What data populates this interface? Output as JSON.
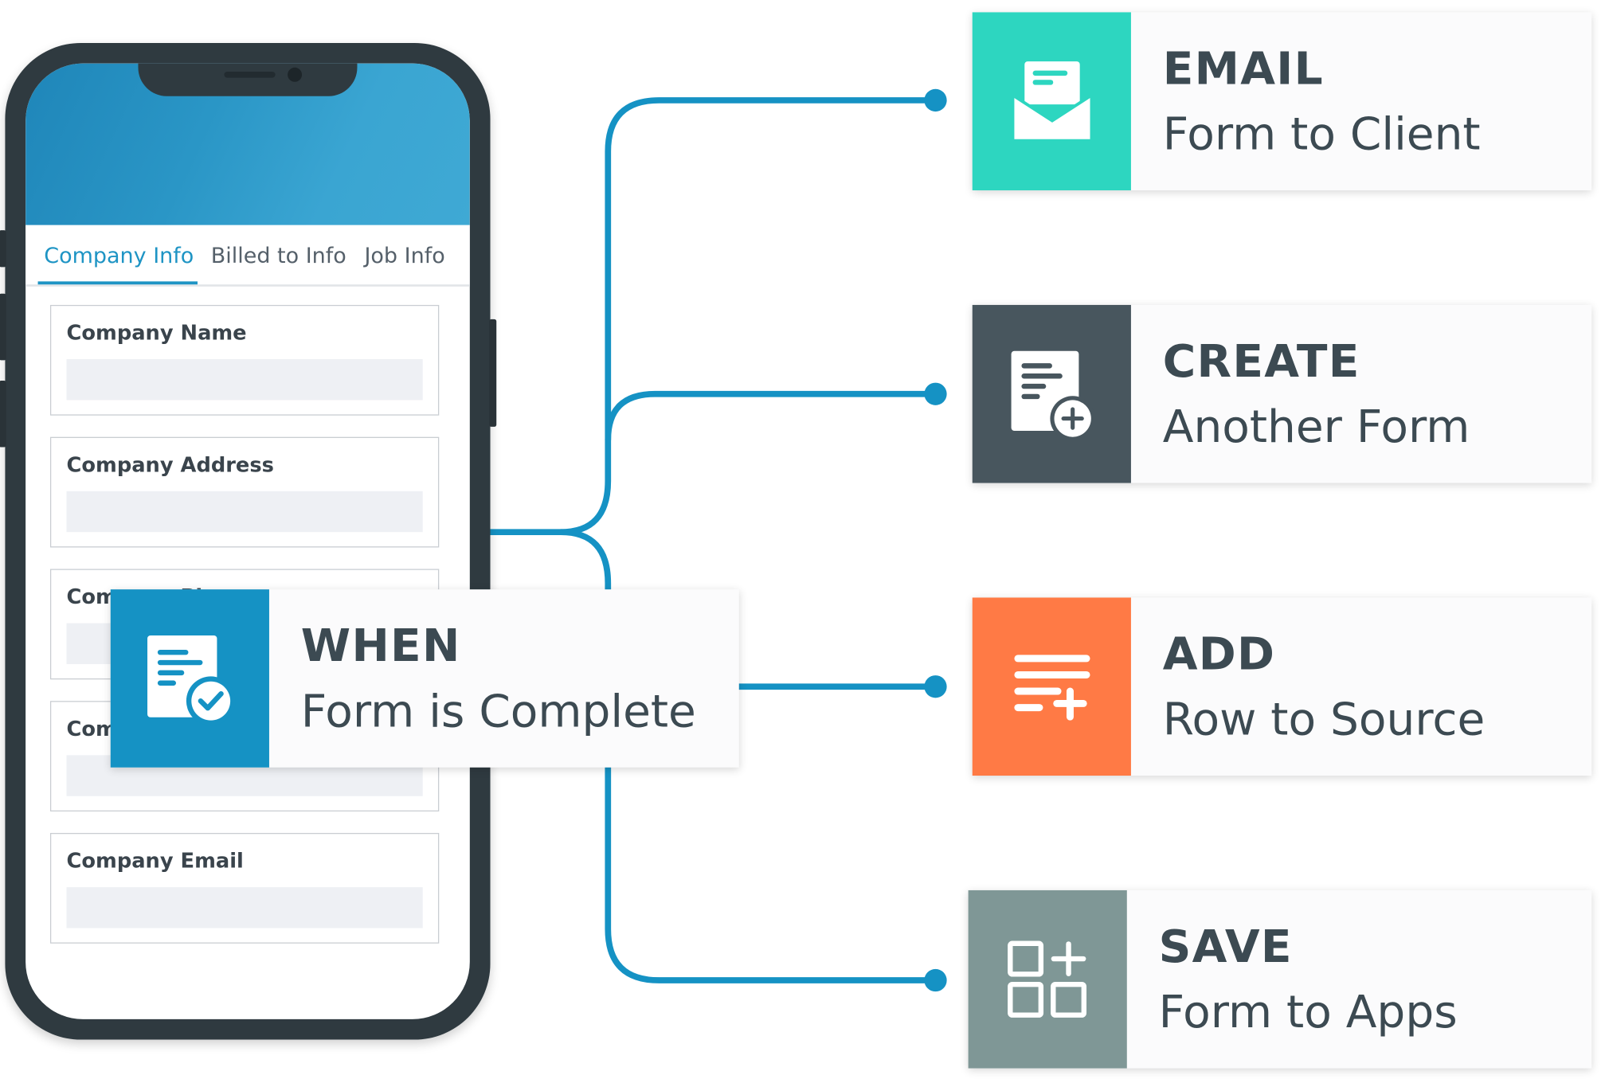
{
  "phone": {
    "tabs": [
      {
        "label": "Company Info",
        "active": true
      },
      {
        "label": "Billed to Info",
        "active": false
      },
      {
        "label": "Job Info",
        "active": false
      }
    ],
    "fields": [
      {
        "label": "Company Name"
      },
      {
        "label": "Company Address"
      },
      {
        "label": "Company Phone"
      },
      {
        "label": "Com"
      },
      {
        "label": "Company Email"
      }
    ]
  },
  "trigger": {
    "verb": "WHEN",
    "description": "Form is Complete",
    "icon": "form-complete-icon",
    "color": "#1592c4"
  },
  "actions": [
    {
      "verb": "EMAIL",
      "description": "Form to Client",
      "icon": "email-form-icon",
      "color": "#2dd6c0"
    },
    {
      "verb": "CREATE",
      "description": "Another Form",
      "icon": "new-form-icon",
      "color": "#48565e"
    },
    {
      "verb": "ADD",
      "description": "Row to Source",
      "icon": "add-row-icon",
      "color": "#ff7a45"
    },
    {
      "verb": "SAVE",
      "description": "Form to Apps",
      "icon": "apps-grid-icon",
      "color": "#7f9796"
    }
  ],
  "connector_color": "#1592c4"
}
